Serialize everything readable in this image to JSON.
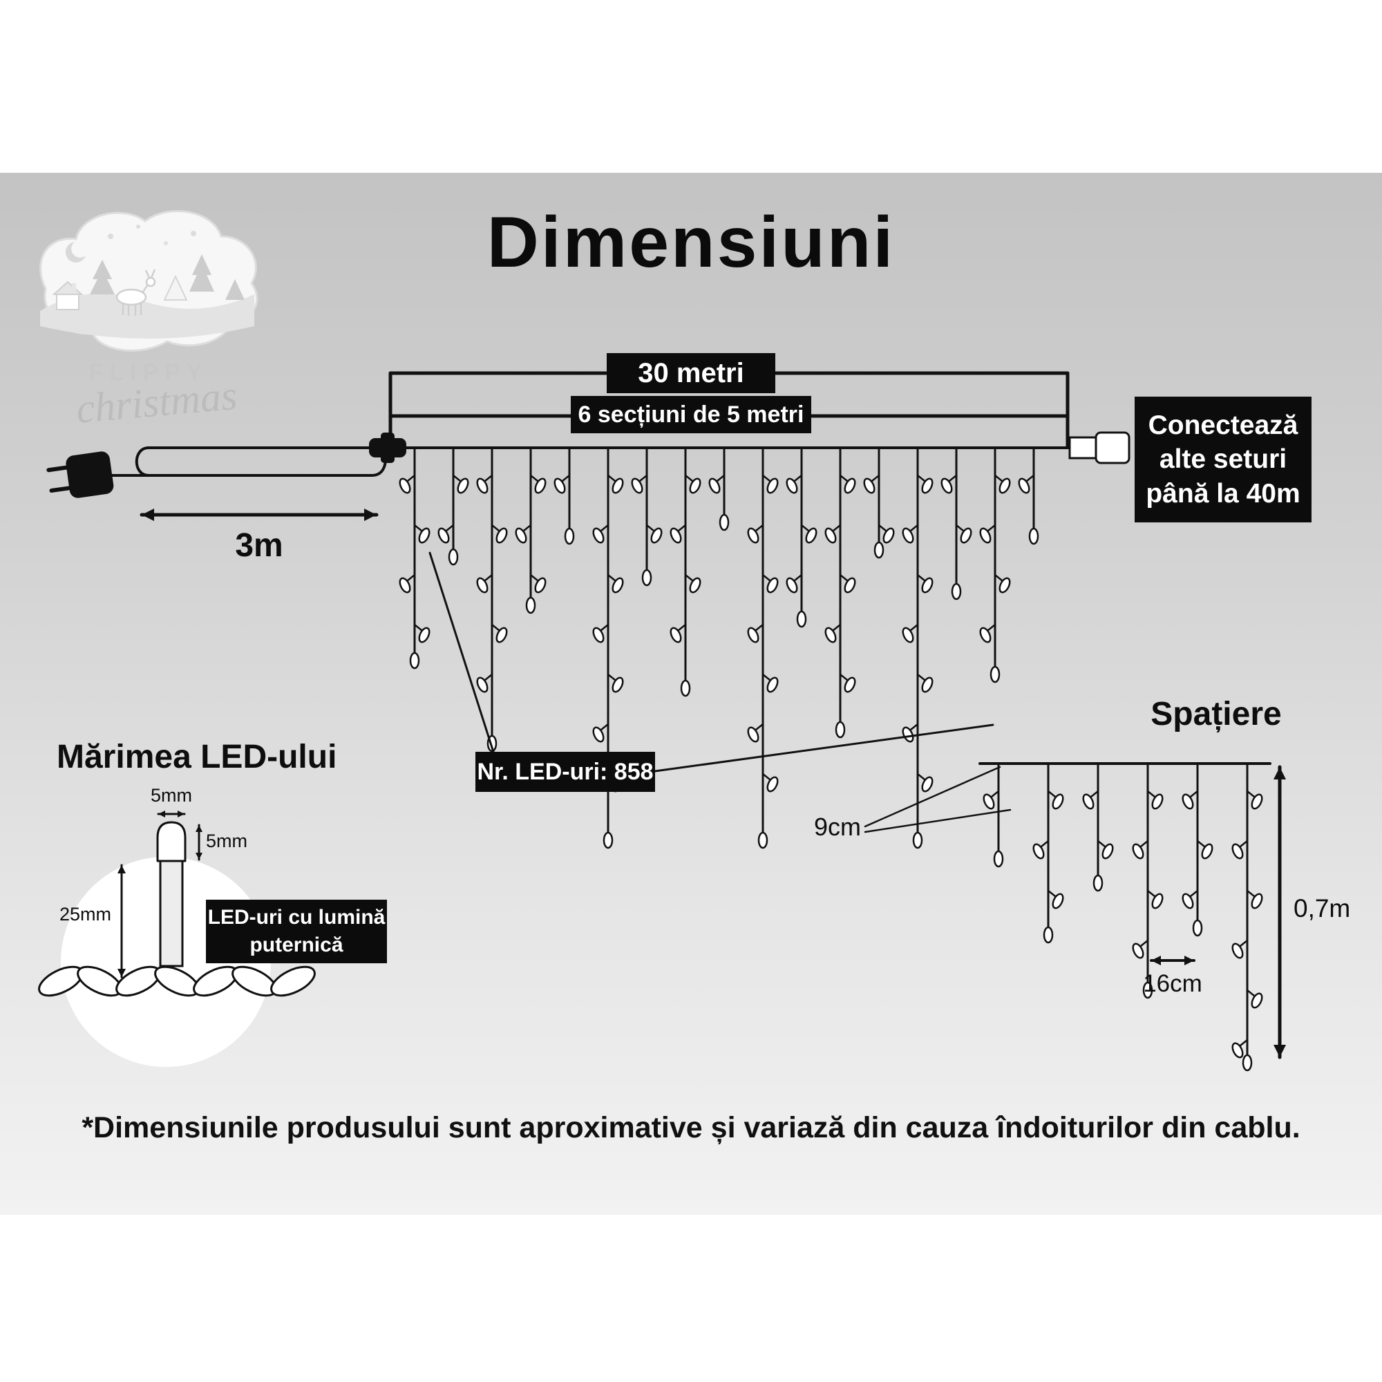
{
  "logo": {
    "brand": "FLIPPY",
    "script": "christmas"
  },
  "title": "Dimensiuni",
  "dimensions": {
    "total": "30 metri",
    "sections": "6 secțiuni de 5 metri",
    "lead_length": "3m",
    "led_count": "Nr. LED-uri: 858",
    "connect": [
      "Conectează",
      "alte seturi",
      "până la 40m"
    ]
  },
  "spacing": {
    "heading": "Spațiere",
    "vertical_gap": "9cm",
    "horizontal_gap": "16cm",
    "drop_height": "0,7m"
  },
  "led": {
    "heading": "Mărimea LED-ului",
    "tip_width": "5mm",
    "tip_height": "5mm",
    "body_height": "25mm",
    "note": [
      "LED-uri cu lumină",
      "puternică"
    ]
  },
  "footer": "*Dimensiunile produsului sunt aproximative și variază din cauza îndoiturilor din cablu."
}
